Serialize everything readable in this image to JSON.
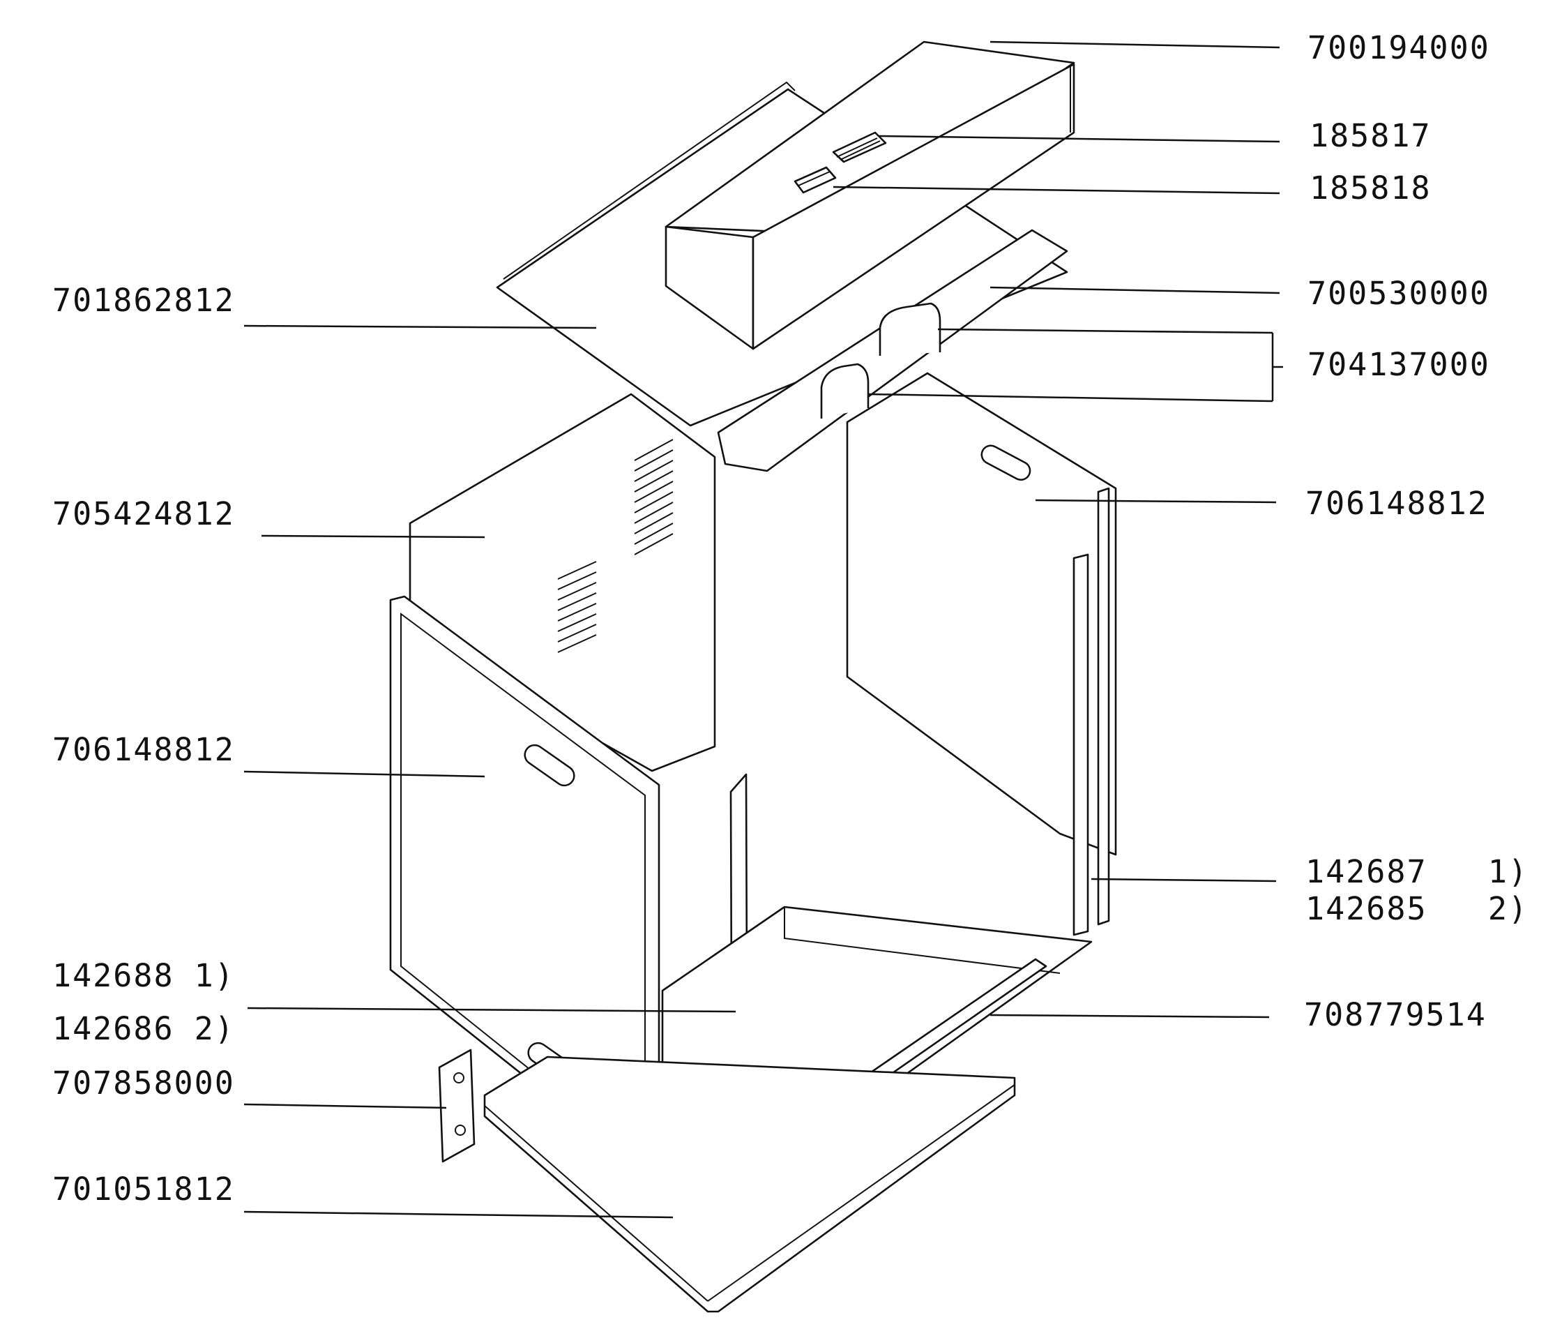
{
  "labels": {
    "l1": "700194000",
    "l2": "185817",
    "l3": "185818",
    "l4": "700530000",
    "l5": "704137000",
    "l6": "706148812",
    "l7": "142687   1)",
    "l8": "142685   2)",
    "l9": "708779514",
    "l10": "701862812",
    "l11": "705424812",
    "l12": "706148812",
    "l13": "142688 1)",
    "l14": "142686 2)",
    "l15": "707858000",
    "l16": "701051812"
  }
}
